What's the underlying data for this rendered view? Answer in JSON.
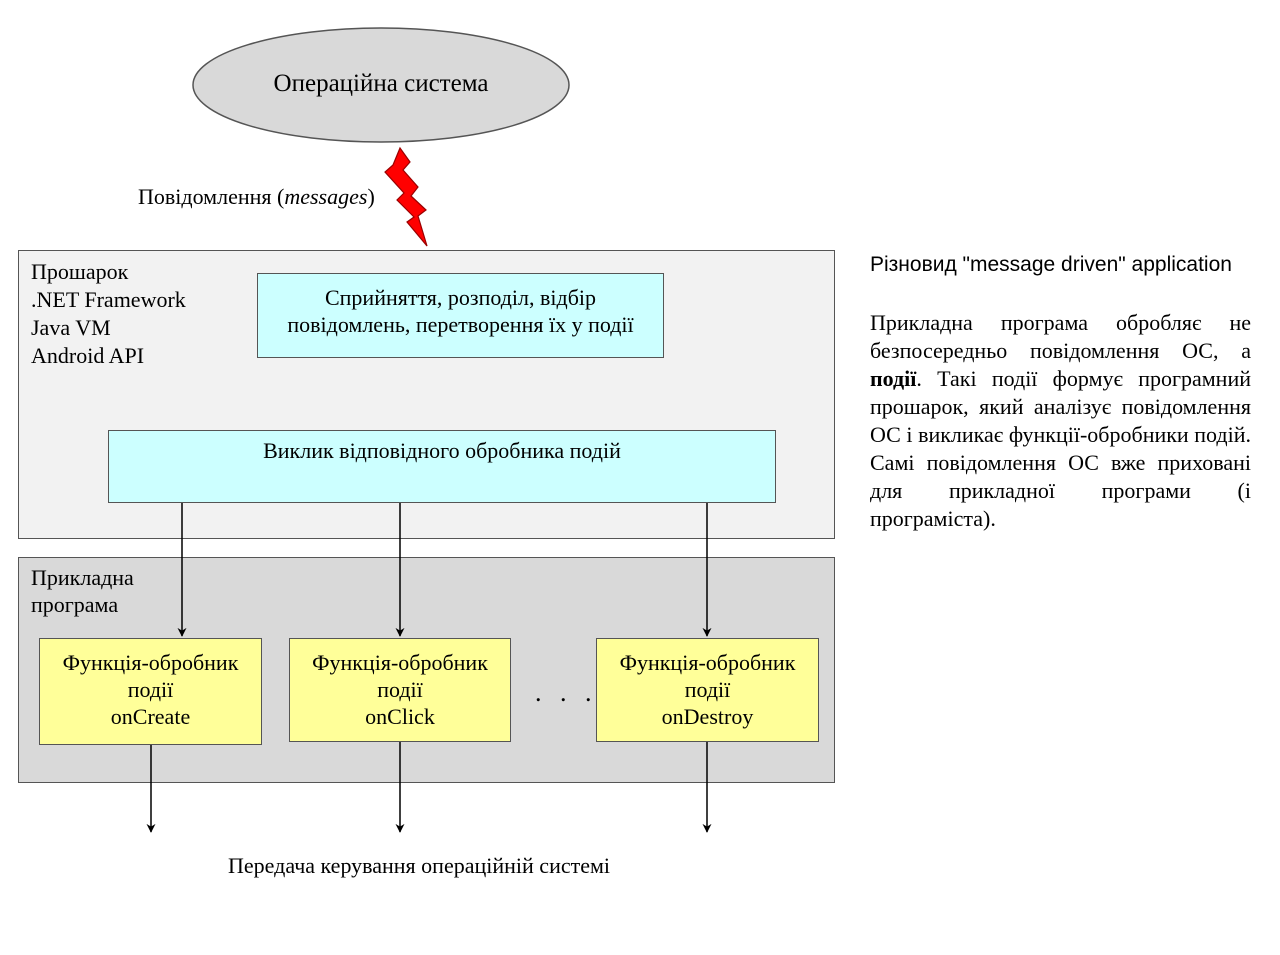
{
  "os": {
    "label": "Операційна система"
  },
  "messages": {
    "label": "Повідомлення (",
    "label_em": "messages",
    "label_end": ")"
  },
  "layer": {
    "title_lines": [
      ".NET Framework",
      "Java VM",
      "Android API"
    ],
    "title_first": "Прошарок",
    "receive_box": [
      "Сприйняття, розподіл, відбір",
      "повідомлень, перетворення їх у події"
    ],
    "call_box": "Виклик відповідного обробника подій"
  },
  "app": {
    "title_lines": [
      "Прикладна",
      "програма"
    ],
    "handlers": [
      {
        "line1": "Функція-обробник",
        "line2": "події",
        "name": "onCreate"
      },
      {
        "line1": "Функція-обробник",
        "line2": "події",
        "name": "onClick"
      },
      {
        "line1": "Функція-обробник",
        "line2": "події",
        "name": "onDestroy"
      }
    ],
    "ellipsis": "…"
  },
  "bottom": {
    "label": "Передача керування операційній системі"
  },
  "side": {
    "title": "Різновид \"message driven\" application",
    "text_before": "Прикладна програма обробляє не безпосередньо повідомлення ОС, а ",
    "text_bold": "події",
    "text_after": ". Такі події формує програмний прошарок, який аналізує повідомлення ОС і викликає функції-обробники подій. Самі повідомлення ОС вже приховані для прикладної програми (і програміста)."
  },
  "colors": {
    "os_ellipse": "#d9d9d9",
    "layer_bg": "#f2f2f2",
    "app_bg": "#d9d9d9",
    "cyan_box": "#ccffff",
    "yellow_box": "#ffff99",
    "lightning": "#ff0000"
  },
  "icons": {
    "lightning": "lightning-bolt-icon"
  }
}
